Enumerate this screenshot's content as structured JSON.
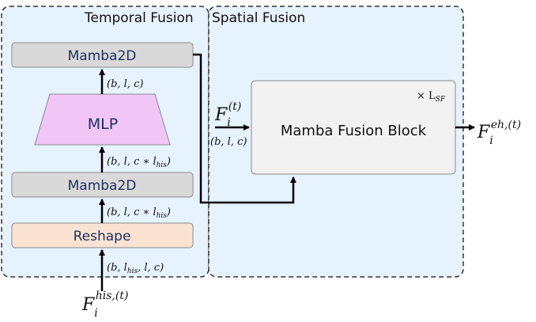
{
  "panels": {
    "temporal_title": "Temporal Fusion",
    "spatial_title": "Spatial Fusion"
  },
  "blocks": {
    "mamba2d_top": "Mamba2D",
    "mlp": "MLP",
    "mamba2d_bottom": "Mamba2D",
    "reshape": "Reshape",
    "fusion_block": "Mamba Fusion Block",
    "repeat": "× L",
    "repeat_sub": "SF"
  },
  "shapes": {
    "top_out": "(b, l, c)",
    "mlp_in_prefix": "(b, l, c ∗ l",
    "mlp_in_sub": "his",
    "mlp_in_suffix": ")",
    "reshape_out_prefix": "(b, l, c ∗ l",
    "reshape_out_sub": "his",
    "reshape_out_suffix": ")",
    "input_prefix": "(b, l",
    "input_sub": "his",
    "input_suffix": ", l, c)",
    "fusion_in": "(b, l, c)"
  },
  "features": {
    "input_main": "F",
    "input_sub": "i",
    "input_sup": "his,(t)",
    "current_main": "F",
    "current_sub": "i",
    "current_sup": "(t)",
    "output_main": "F",
    "output_sub": "i",
    "output_sup": "eh,(t)"
  },
  "colors": {
    "panel_fill": "#e6f2fd",
    "panel_border": "#333333",
    "mamba_fill": "#d9d9d9",
    "mamba_text": "#1f3060",
    "mlp_fill": "#f1c6f7",
    "reshape_fill": "#fbe3d3",
    "reshape_text": "#1f3060",
    "fusion_fill": "#f2f2f2"
  }
}
